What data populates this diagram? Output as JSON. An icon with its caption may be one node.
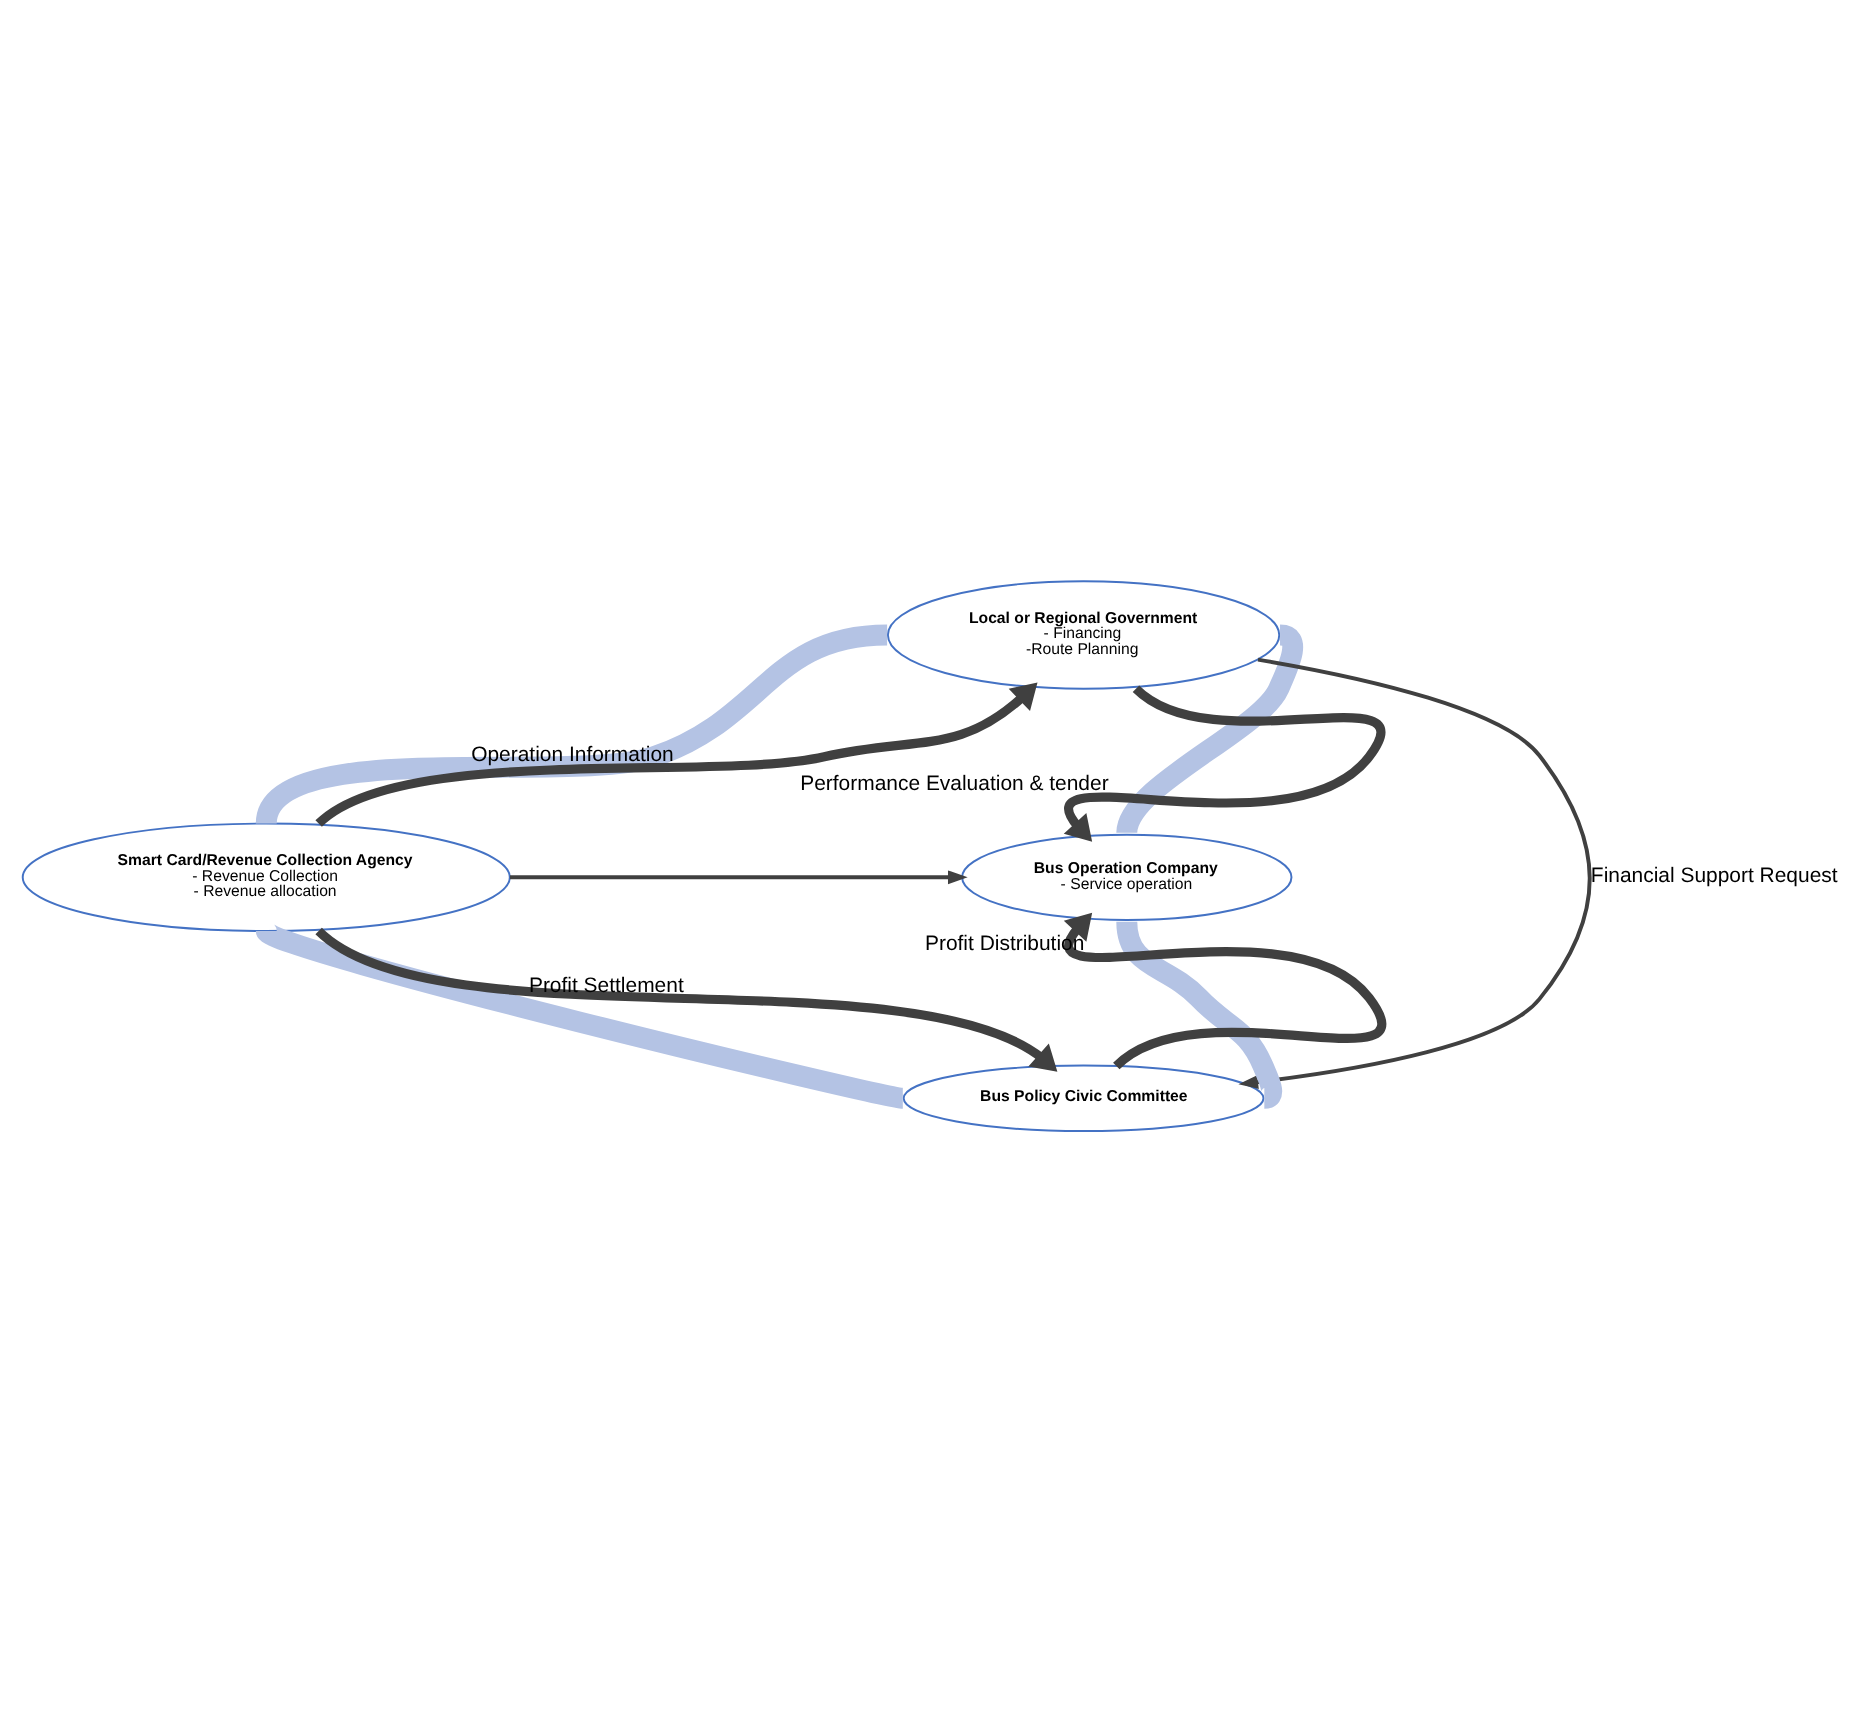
{
  "diagram": {
    "nodes": [
      {
        "text": [
          "Local or Regional Government",
          "- Financing",
          "-Route Planning"
        ]
      },
      {
        "text": [
          "Smart Card/Revenue Collection Agency",
          "- Revenue Collection",
          "- Revenue allocation"
        ]
      },
      {
        "text": [
          "Bus Operation Company",
          "- Service operation"
        ]
      },
      {
        "text": [
          "Bus Policy Civic Committee"
        ]
      }
    ],
    "edges": [
      {
        "from": 0,
        "to": 1,
        "arrow": "none",
        "style": "thick",
        "color": "#b4c3e4"
      },
      {
        "from": 0,
        "to": 2,
        "arrow": "none",
        "style": "thick",
        "color": "#b4c3e4"
      },
      {
        "from": 1,
        "to": 3,
        "arrow": "none",
        "style": "thick",
        "color": "#b4c3e4"
      },
      {
        "from": 3,
        "to": 2,
        "arrow": "none",
        "style": "thick",
        "color": "#b4c3e4"
      },
      {
        "from": 1,
        "to": 0,
        "arrow": "to",
        "label": "Operation Information"
      },
      {
        "from": 0,
        "to": 2,
        "arrow": "to",
        "label": "Performance Evaluation & tender"
      },
      {
        "from": 0,
        "to": 3,
        "arrow": "to",
        "label": "Financial Support Request"
      },
      {
        "from": 1,
        "to": 2,
        "arrow": "to"
      },
      {
        "from": 1,
        "to": 3,
        "arrow": "to",
        "label": "Profit Settlement"
      },
      {
        "from": 3,
        "to": 2,
        "arrow": "to",
        "label": "Profit Distribution"
      }
    ]
  }
}
